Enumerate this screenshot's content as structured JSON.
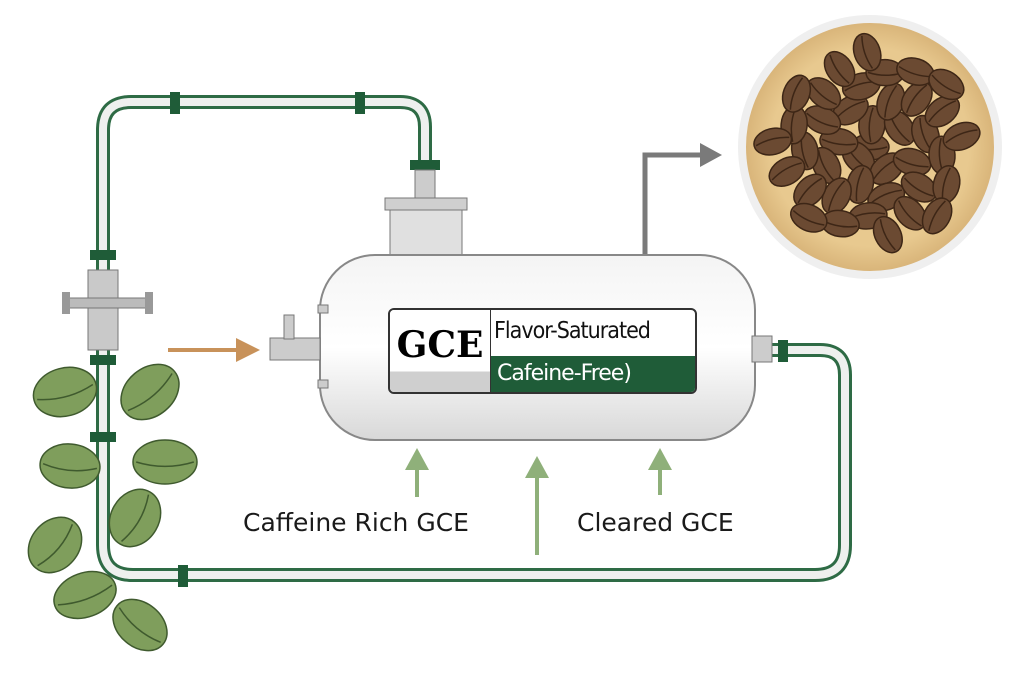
{
  "tank_label": {
    "code": "GCE",
    "line1": "Flavor-Saturated",
    "line2": "Cafeine-Free)"
  },
  "labels": {
    "left": "Caffeine Rich GCE",
    "right": "Cleared GCE"
  },
  "colors": {
    "pipe": "#2e6b45",
    "band": "#1f5c38",
    "arrow_in": "#c8925a",
    "arrow_up": "#8fb07a",
    "arrow_out": "#7a7a7a",
    "bean_green": "#7f9e5c",
    "bean_roast": "#6b4a32"
  }
}
